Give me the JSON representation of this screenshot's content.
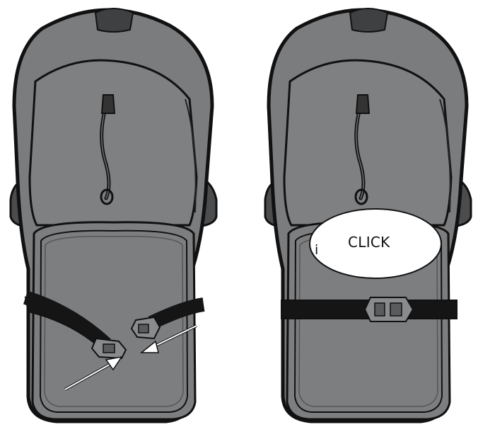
{
  "panels": [
    {
      "id": "before",
      "state": "buckle-open"
    },
    {
      "id": "after",
      "state": "buckle-closed"
    }
  ],
  "callout": {
    "text": "CLICK",
    "glyph": "i"
  },
  "colors": {
    "seat_fill": "#7e7f81",
    "seat_outline": "#111111",
    "strap": "#151515",
    "buckle": "#8a8b8d",
    "arrow": "#ffffff"
  }
}
